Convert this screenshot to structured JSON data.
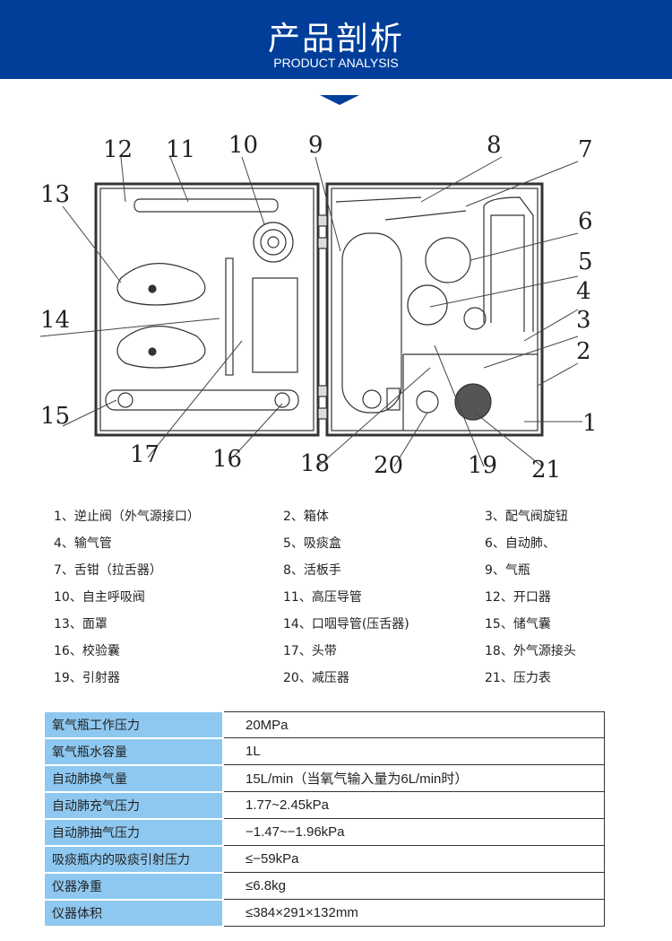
{
  "header": {
    "title": "产品剖析",
    "subtitle": "PRODUCT ANALYSIS"
  },
  "diagram": {
    "callouts": [
      "1",
      "2",
      "3",
      "4",
      "5",
      "6",
      "7",
      "8",
      "9",
      "10",
      "11",
      "12",
      "13",
      "14",
      "15",
      "16",
      "17",
      "18",
      "19",
      "20",
      "21"
    ]
  },
  "legend": [
    "1、逆止阀（外气源接口）",
    "2、箱体",
    "3、配气阀旋钮",
    "4、输气管",
    "5、吸痰盒",
    "6、自动肺、",
    "7、舌钳（拉舌器）",
    "8、活板手",
    "9、气瓶",
    "10、自主呼吸阀",
    "11、高压导管",
    "12、开口器",
    "13、面罩",
    "14、口咽导管(压舌器)",
    "15、储气囊",
    "16、校验囊",
    "17、头带",
    "18、外气源接头",
    "19、引射器",
    "20、减压器",
    "21、压力表"
  ],
  "specs": [
    {
      "label": "氧气瓶工作压力",
      "value": "20MPa"
    },
    {
      "label": "氧气瓶水容量",
      "value": "1L"
    },
    {
      "label": "自动肺换气量",
      "value": "15L/min（当氧气输入量为6L/min时）"
    },
    {
      "label": "自动肺充气压力",
      "value": "1.77~2.45kPa"
    },
    {
      "label": "自动肺抽气压力",
      "value": "−1.47~−1.96kPa"
    },
    {
      "label": "吸痰瓶内的吸痰引射压力",
      "value": "≤−59kPa"
    },
    {
      "label": "仪器净重",
      "value": "≤6.8kg"
    },
    {
      "label": "仪器体积",
      "value": "≤384×291×132mm"
    }
  ]
}
